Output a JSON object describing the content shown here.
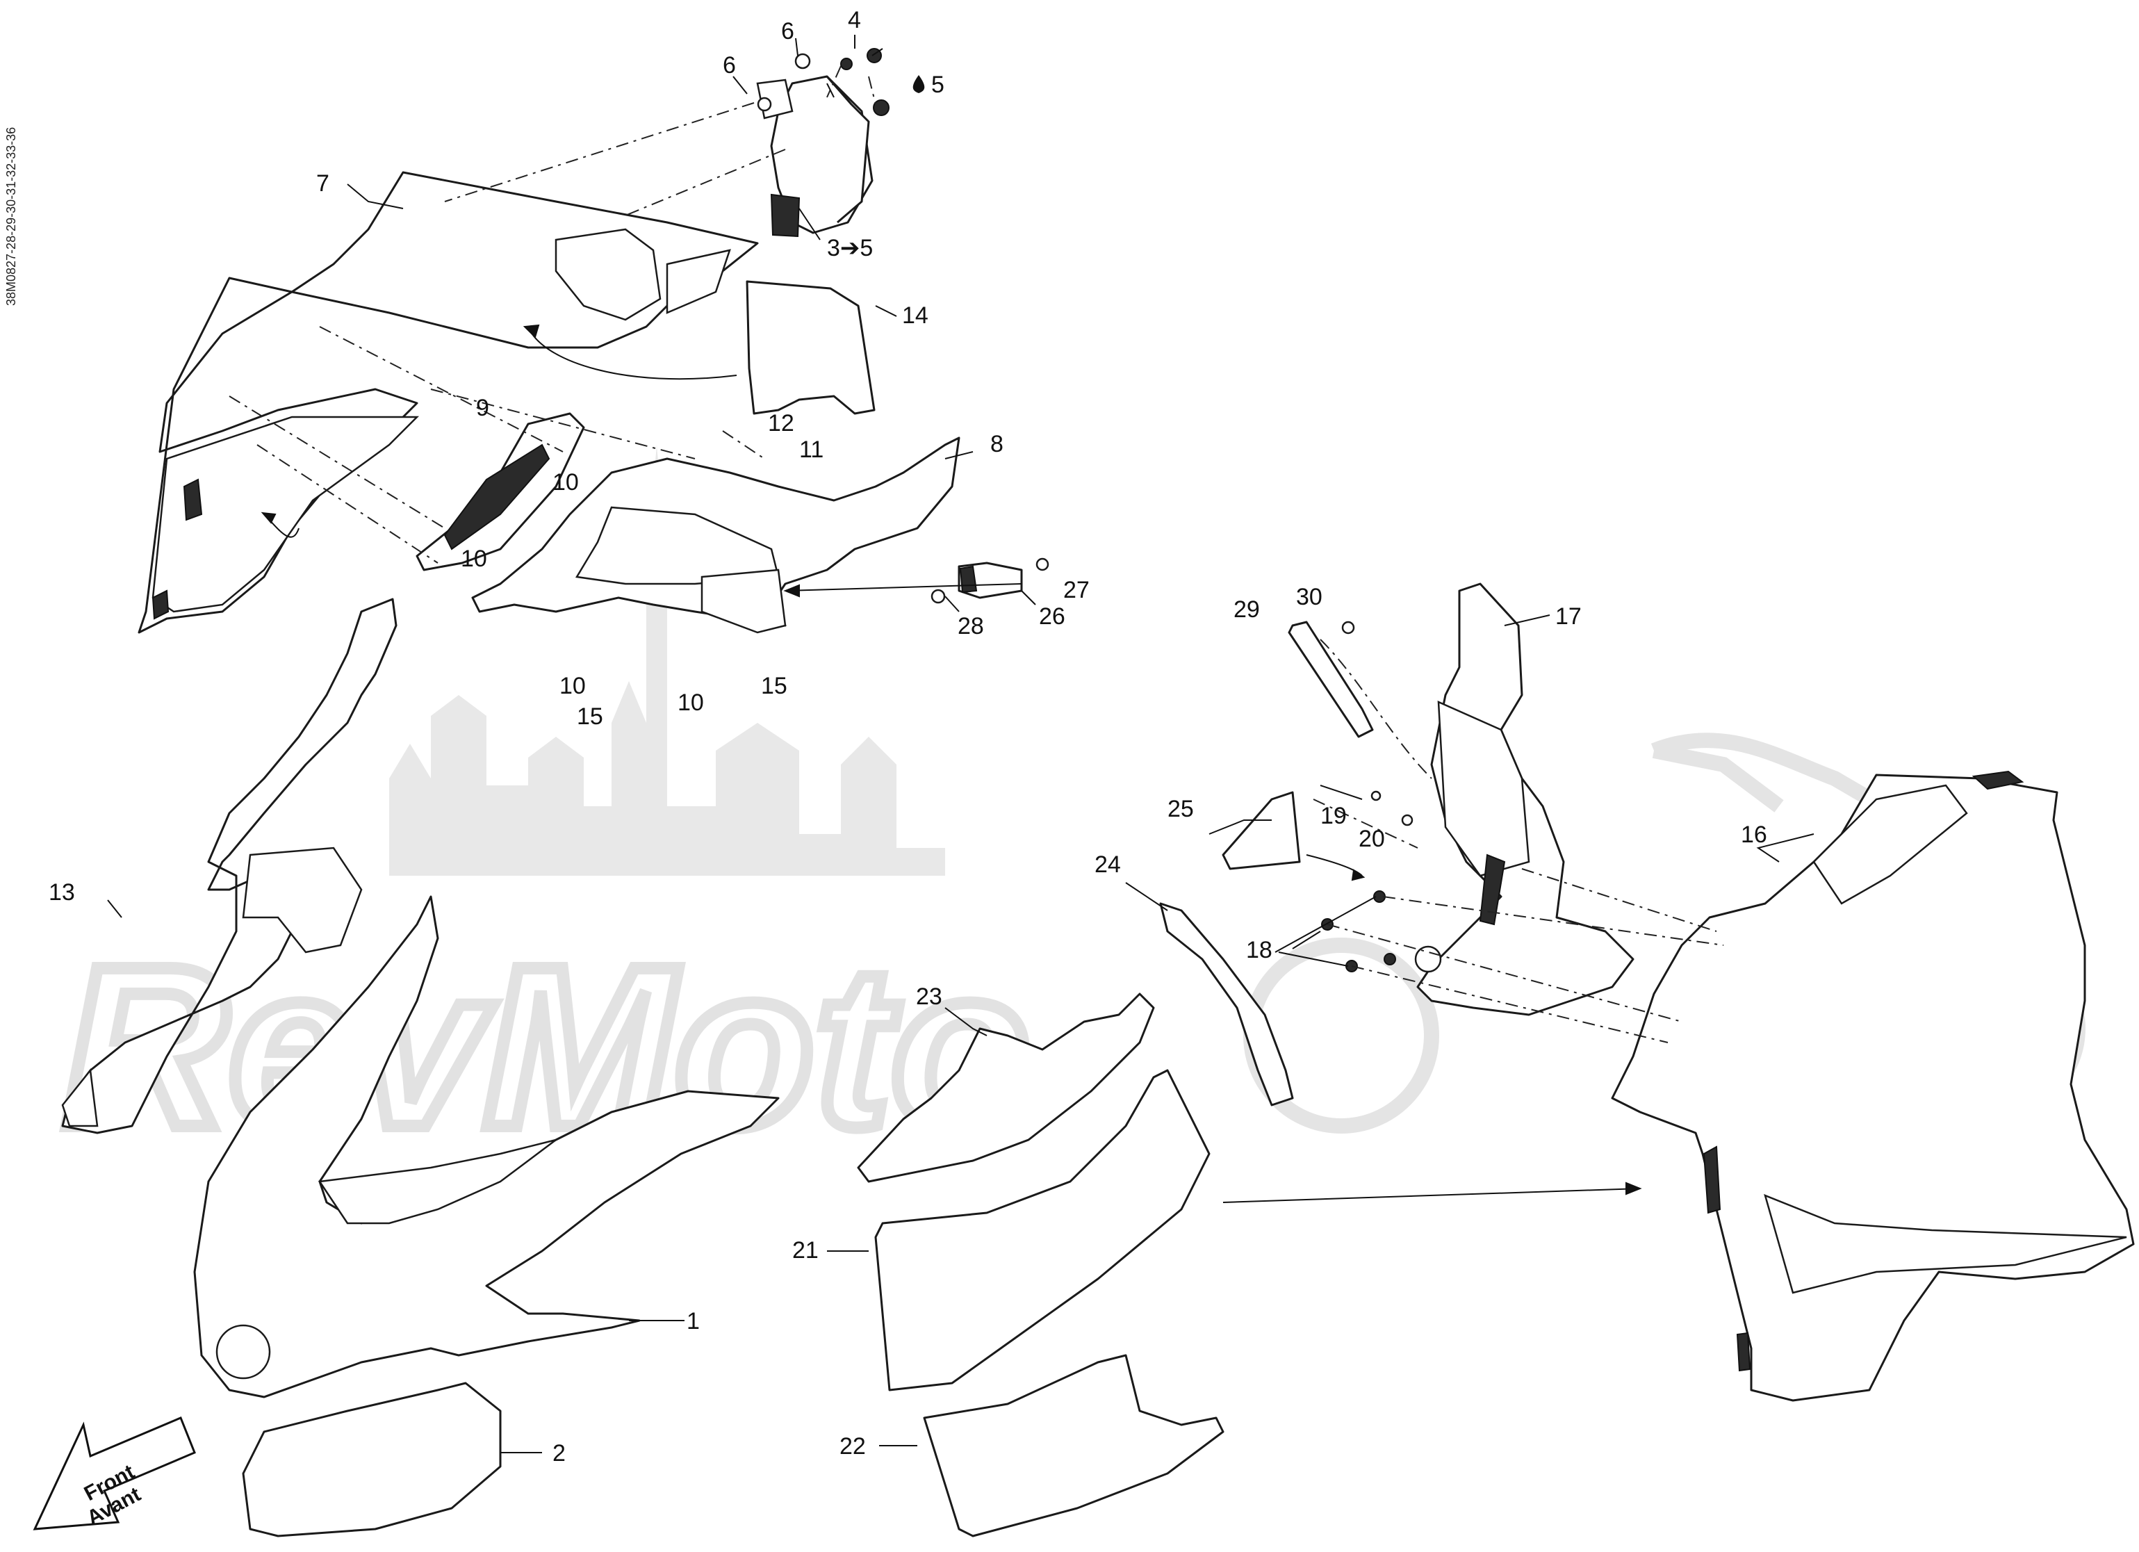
{
  "diagram": {
    "reference_code": "38M0827-28-29-30-31-32-33-36",
    "front_label": "Front",
    "avant_label": "Avant",
    "watermark_text": "RevMoto",
    "callouts": {
      "c1": "1",
      "c2": "2",
      "c3to5": "3➔5",
      "c4": "4",
      "c5": "5",
      "c6a": "6",
      "c6b": "6",
      "c7": "7",
      "c8": "8",
      "c9": "9",
      "c10a": "10",
      "c10b": "10",
      "c10c": "10",
      "c10d": "10",
      "c11": "11",
      "c12": "12",
      "c13": "13",
      "c14": "14",
      "c15a": "15",
      "c15b": "15",
      "c16": "16",
      "c17": "17",
      "c18": "18",
      "c19": "19",
      "c20": "20",
      "c21": "21",
      "c22": "22",
      "c23": "23",
      "c24": "24",
      "c25": "25",
      "c26": "26",
      "c27": "27",
      "c28": "28",
      "c29": "29",
      "c30": "30"
    },
    "colors": {
      "line": "#1a1a1a",
      "watermark": "#e2e2e2",
      "background": "#ffffff"
    }
  }
}
